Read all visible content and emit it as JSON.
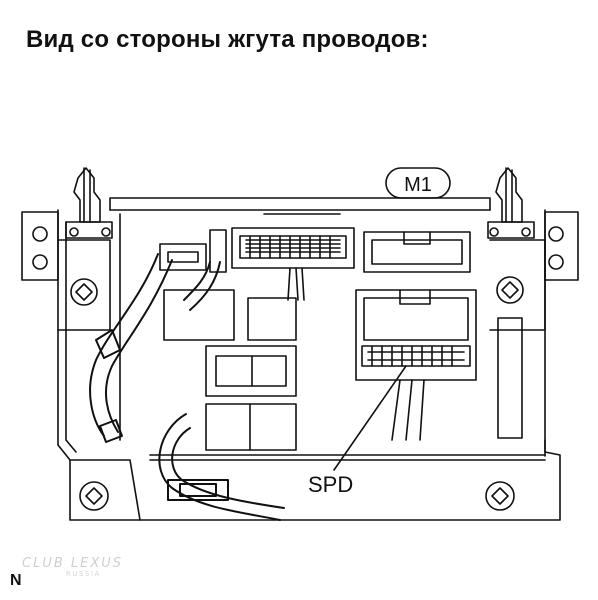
{
  "title": "Вид со стороны жгута проводов:",
  "labels": {
    "connector": "M1",
    "terminal": "SPD"
  },
  "watermark": {
    "text": "CLUB LEXUS",
    "sub": "RUSSIA"
  },
  "figure_code": "N"
}
